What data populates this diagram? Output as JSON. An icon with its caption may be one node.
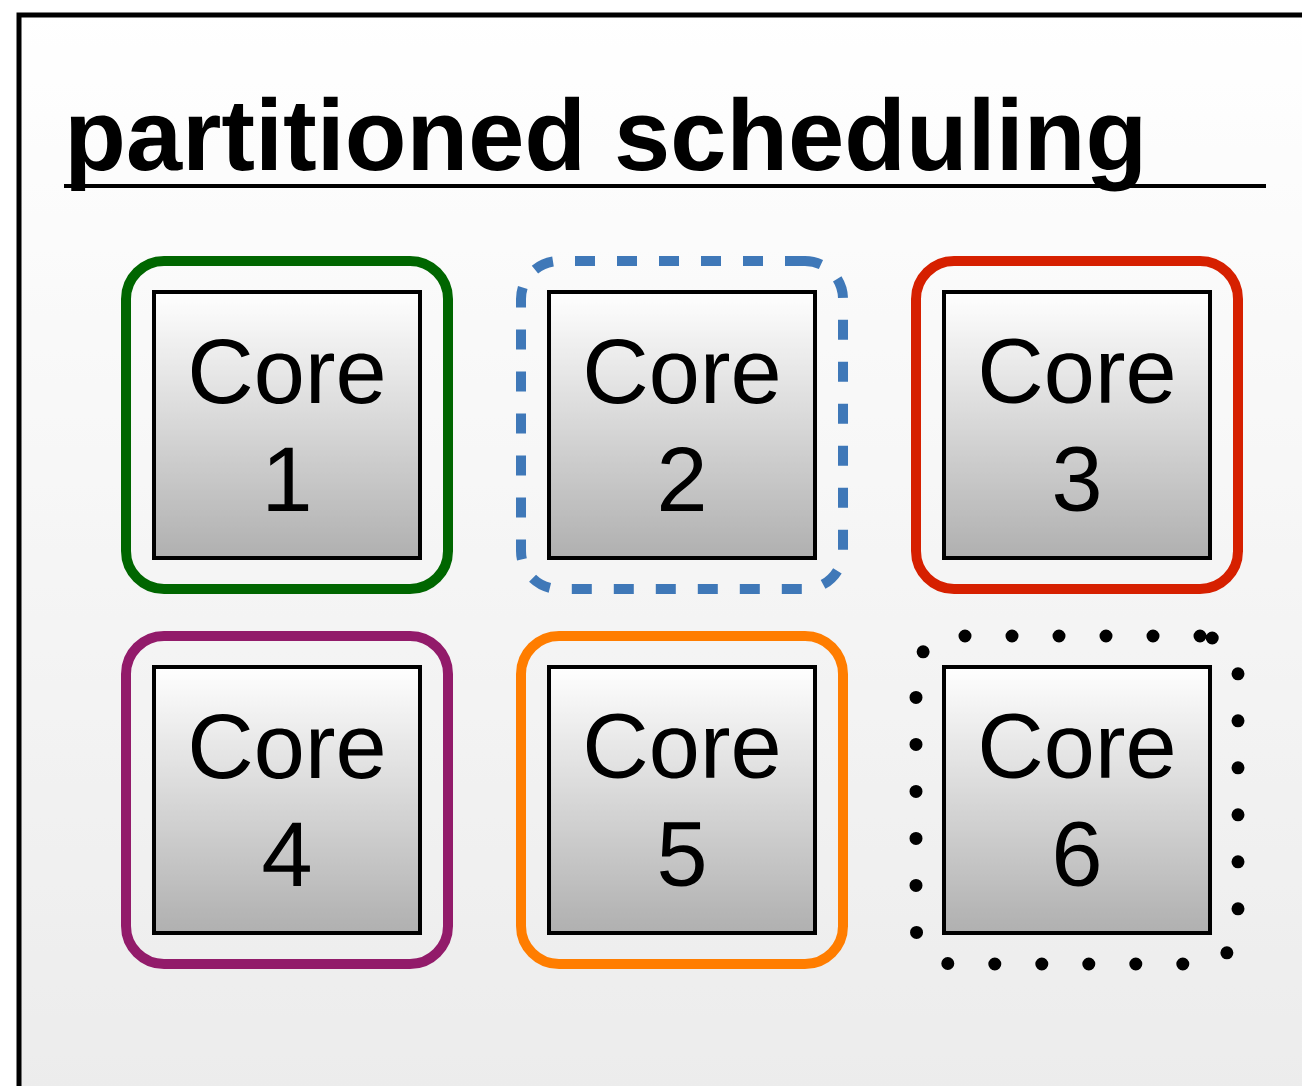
{
  "diagram": {
    "title": "partitioned scheduling",
    "nodes": [
      {
        "text": [],
        "shape": "box"
      },
      {
        "text": [
          "Core 1"
        ],
        "in": 0
      },
      {
        "text": [],
        "shape": "box"
      },
      {
        "text": [
          "Core 2"
        ],
        "in": 2
      },
      {
        "text": [],
        "shape": "box"
      },
      {
        "text": [
          "Core 3"
        ],
        "in": 4
      },
      {
        "text": [],
        "shape": "box"
      },
      {
        "text": [
          "Core 4"
        ],
        "in": 6
      },
      {
        "text": [],
        "shape": "box"
      },
      {
        "text": [
          "Core 5"
        ],
        "in": 8
      },
      {
        "text": [],
        "shape": "box"
      },
      {
        "text": [
          "Core 6"
        ],
        "in": 10
      }
    ]
  }
}
